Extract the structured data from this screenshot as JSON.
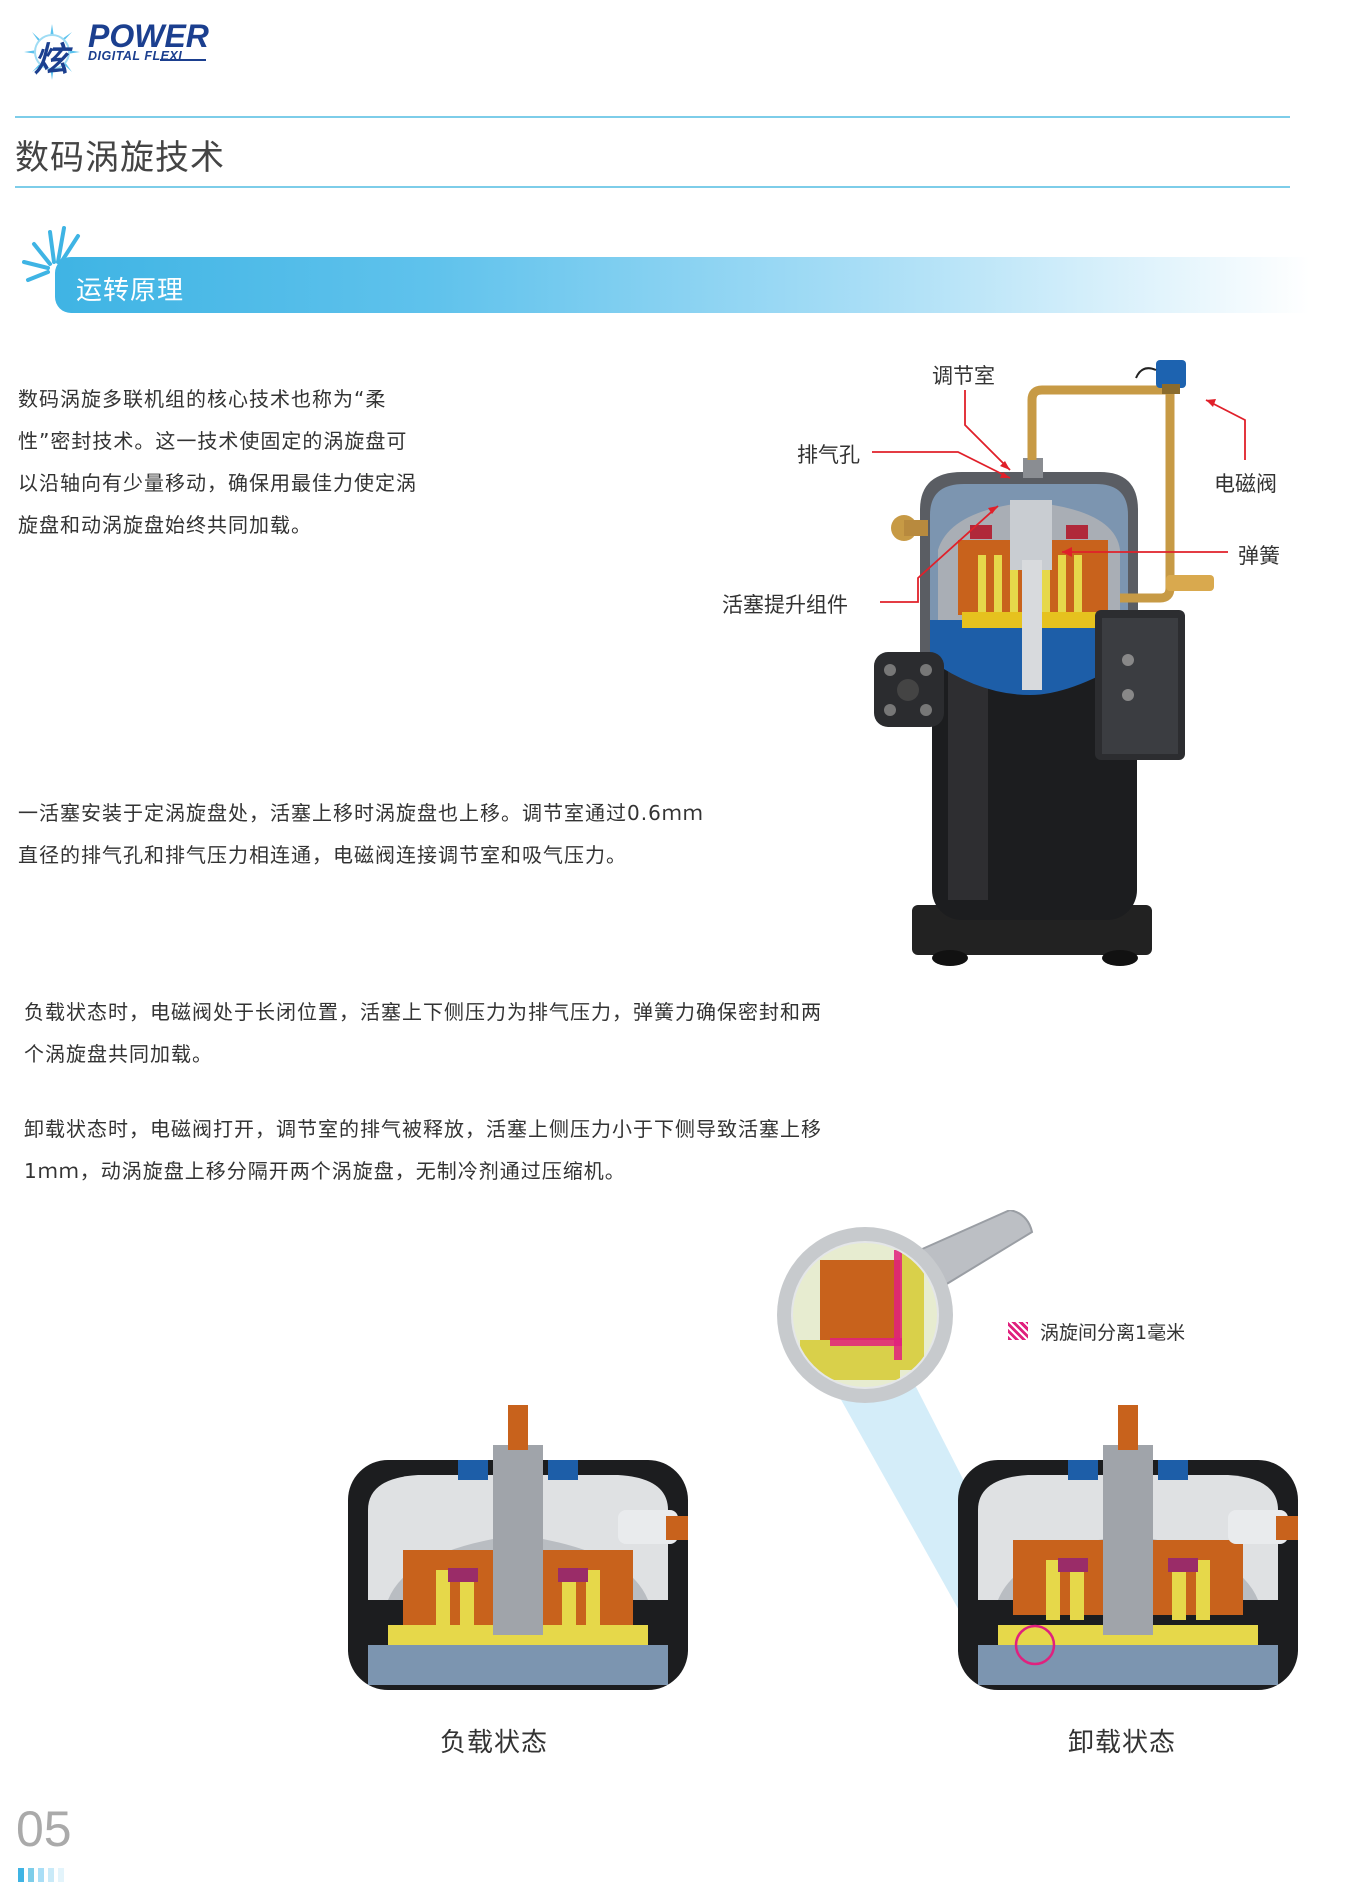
{
  "header": {
    "logo_char": "炫",
    "logo_power": "POWER",
    "logo_sub": "DIGITAL FLEXI",
    "page_title": "数码涡旋技术"
  },
  "section": {
    "title": "运转原理"
  },
  "paragraphs": {
    "p1_lines": [
      "数码涡旋多联机组的核心技术也称为“柔",
      "性”密封技术。这一技术使固定的涡旋盘可",
      "以沿轴向有少量移动，确保用最佳力使定涡",
      "旋盘和动涡旋盘始终共同加载。"
    ],
    "p2_lines": [
      "一活塞安装于定涡旋盘处，活塞上移时涡旋盘也上移。调节室通过0.6ｍｍ",
      "直径的排气孔和排气压力相连通，电磁阀连接调节室和吸气压力。"
    ],
    "p3_lines": [
      "负载状态时，电磁阀处于长闭位置，活塞上下侧压力为排气压力，弹簧力确保密封和两",
      "个涡旋盘共同加载。"
    ],
    "p4_lines": [
      "卸载状态时，电磁阀打开，调节室的排气被释放，活塞上侧压力小于下侧导致活塞上移",
      "1ｍｍ，动涡旋盘上移分隔开两个涡旋盘，无制冷剂通过压缩机。"
    ]
  },
  "diagram": {
    "labels": {
      "chamber": "调节室",
      "vent": "排气孔",
      "valve": "电磁阀",
      "spring": "弹簧",
      "piston": "活塞提升组件"
    }
  },
  "states": {
    "legend": "涡旋间分离1毫米",
    "loaded": "负载状态",
    "unloaded": "卸载状态"
  },
  "footer": {
    "page_number": "05"
  },
  "colors": {
    "accent_blue": "#3fb4e4",
    "rule_blue": "#7dcde9",
    "logo_blue": "#1b3f8f",
    "callout_red": "#e0202a",
    "legend_magenta": "#e0217e"
  }
}
